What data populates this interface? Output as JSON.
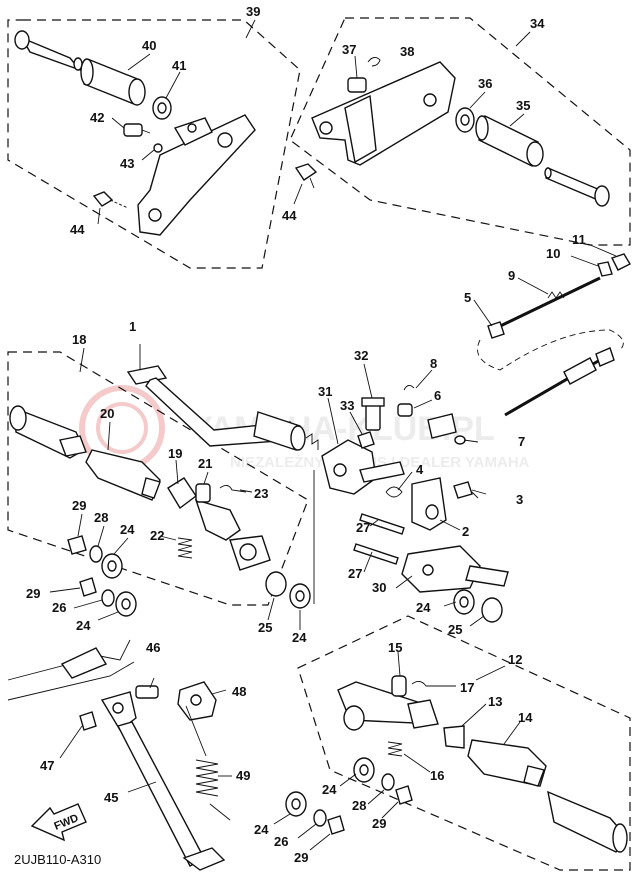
{
  "diagram_code": "2UJB110-A310",
  "fwd_label": "FWD",
  "watermark": {
    "title": "YAMAHA-KLUB.PL",
    "subtitle": "NIEZALEŻNY SERWIS I DEALER YAMAHA"
  },
  "callouts": [
    "1",
    "2",
    "3",
    "4",
    "5",
    "6",
    "7",
    "8",
    "9",
    "10",
    "11",
    "12",
    "13",
    "14",
    "15",
    "16",
    "17",
    "18",
    "19",
    "20",
    "21",
    "22",
    "23",
    "24",
    "25",
    "26",
    "27",
    "28",
    "29",
    "30",
    "31",
    "32",
    "33",
    "34",
    "35",
    "36",
    "37",
    "38",
    "39",
    "40",
    "41",
    "42",
    "43",
    "44",
    "45",
    "46",
    "47",
    "48",
    "49"
  ]
}
